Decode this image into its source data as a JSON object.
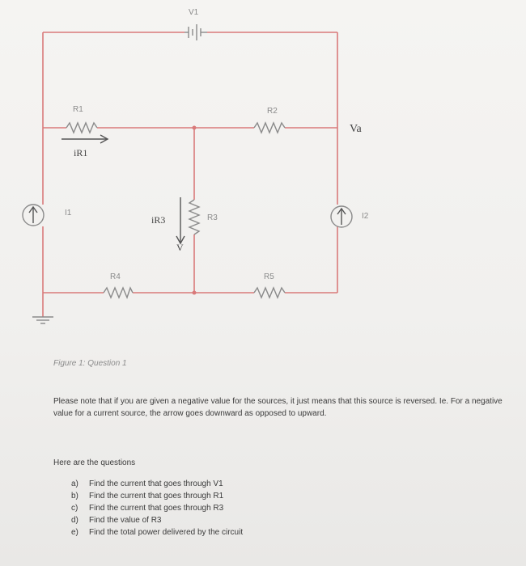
{
  "labels": {
    "v1": "V1",
    "r1": "R1",
    "r2": "R2",
    "r3": "R3",
    "r4": "R4",
    "r5": "R5",
    "ir1": "iR1",
    "ir3": "iR3",
    "v": "V",
    "va": "Va",
    "i1": "I1",
    "i2": "I2"
  },
  "caption": "Figure 1: Question 1",
  "note": "Please note that if you are given a negative value for the sources, it just means that this source is reversed. Ie. For a negative value for a current source, the arrow goes downward as opposed to upward.",
  "questions_title": "Here are the questions",
  "questions": [
    {
      "letter": "a)",
      "text": "Find the current that goes through V1"
    },
    {
      "letter": "b)",
      "text": "Find the current that goes through R1"
    },
    {
      "letter": "c)",
      "text": "Find the current that goes through R3"
    },
    {
      "letter": "d)",
      "text": "Find the value of R3"
    },
    {
      "letter": "e)",
      "text": "Find the total power delivered by the circuit"
    }
  ]
}
